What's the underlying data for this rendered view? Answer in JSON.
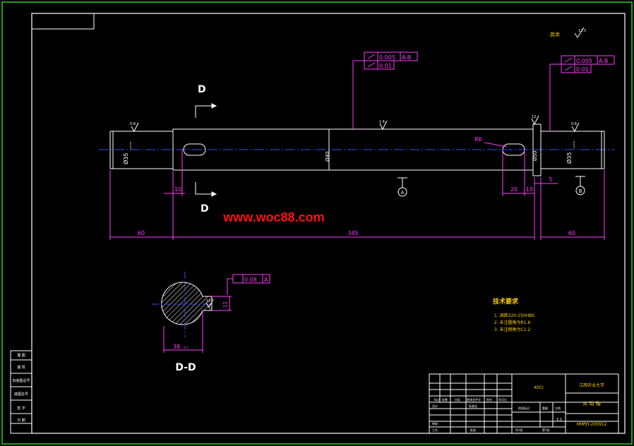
{
  "watermark": "www.woc88.com",
  "section_labels": {
    "top": "D",
    "bottom": "D",
    "view": "D-D"
  },
  "roughness": {
    "general_mark": "其余",
    "general_value": "12.5",
    "values": [
      "0.8",
      "1.6",
      "12",
      "0.8",
      "12"
    ]
  },
  "tolerance_frames": {
    "left": {
      "value": "0.005",
      "datum": "A-B",
      "second_value": "0.01"
    },
    "right": {
      "value": "0.005",
      "datum": "A-B",
      "second_value": "0.01"
    },
    "section": {
      "value": "0.08",
      "datum": "A"
    }
  },
  "diameters": {
    "left_journal": "Ø35",
    "main_body": "Ø40",
    "shoulder": "Ø50",
    "right_journal": "Ø35",
    "sub_tol": "+0.018"
  },
  "radius": "R6",
  "datums": {
    "a": "A",
    "b": "B"
  },
  "dimensions": {
    "left_len": "60",
    "middle_len": "345",
    "right_len": "60",
    "key_left_offset": "10",
    "key_right_len": "20",
    "key_right_offset": "10",
    "shoulder_gap": "5",
    "section_width": "38",
    "section_width_tol": "-0.2",
    "section_key_depth": "12"
  },
  "tech_requirements": {
    "title": "技术要求",
    "items": [
      "1.   调质220-250HBS",
      "2.   未注圆角为R1.6",
      "3.   未注倒角为C1.2"
    ]
  },
  "revision_labels": [
    "描 图",
    "描 校",
    "旧底图总号",
    "底图总号",
    "签 字",
    "日 期"
  ],
  "title_block": {
    "material": "40Cr",
    "school": "江西农业大学",
    "part_name": "从 动 轴",
    "drawing_no": "HMPJY-200912",
    "scale": "1:1",
    "labels": {
      "mark": "标记",
      "count": "处数",
      "zone": "分区",
      "doc_no": "更改文件号",
      "sign": "签名",
      "date": "年月日",
      "design": "设计",
      "standard": "标准化",
      "stage_mark": "阶段标记",
      "weight": "重量",
      "ratio": "比例",
      "review": "审核",
      "process": "工艺",
      "approve": "批准",
      "sheets_total": "共1张",
      "sheet_no": "第1张"
    }
  }
}
